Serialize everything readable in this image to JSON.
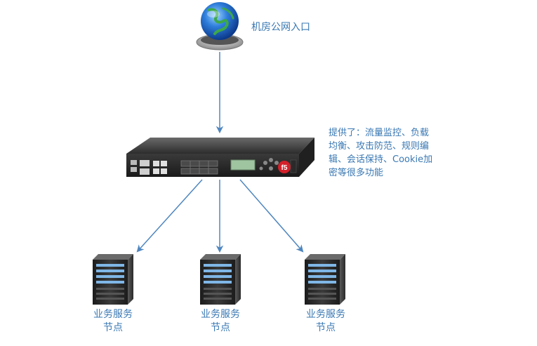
{
  "diagram": {
    "entry_label": "机房公网入口",
    "lb_description_lines": [
      "提供了：流量监控、负载",
      "均衡、攻击防范、规则编",
      "辑、会话保持、Cookie加",
      "密等很多功能"
    ],
    "server_nodes": [
      {
        "line1": "业务服务",
        "line2": "节点"
      },
      {
        "line1": "业务服务",
        "line2": "节点"
      },
      {
        "line1": "业务服务",
        "line2": "节点"
      }
    ],
    "device_brand": "f5",
    "colors": {
      "text": "#3a78b3",
      "arrow": "#4f86bf"
    }
  }
}
